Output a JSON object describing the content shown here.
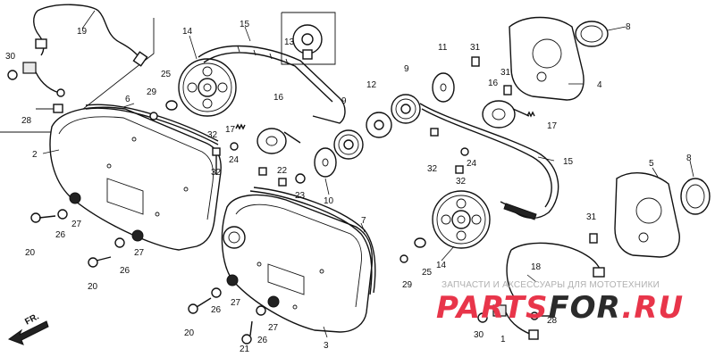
{
  "parts": [
    {
      "id": "p1",
      "label": "1"
    },
    {
      "id": "p2",
      "label": "2"
    },
    {
      "id": "p3",
      "label": "3"
    },
    {
      "id": "p4",
      "label": "4"
    },
    {
      "id": "p5",
      "label": "5"
    },
    {
      "id": "p6",
      "label": "6"
    },
    {
      "id": "p7",
      "label": "7"
    },
    {
      "id": "p8a",
      "label": "8"
    },
    {
      "id": "p8b",
      "label": "8"
    },
    {
      "id": "p9a",
      "label": "9"
    },
    {
      "id": "p9b",
      "label": "9"
    },
    {
      "id": "p10",
      "label": "10"
    },
    {
      "id": "p11",
      "label": "11"
    },
    {
      "id": "p12",
      "label": "12"
    },
    {
      "id": "p13",
      "label": "13"
    },
    {
      "id": "p14a",
      "label": "14"
    },
    {
      "id": "p14b",
      "label": "14"
    },
    {
      "id": "p15a",
      "label": "15"
    },
    {
      "id": "p15b",
      "label": "15"
    },
    {
      "id": "p16a",
      "label": "16"
    },
    {
      "id": "p16b",
      "label": "16"
    },
    {
      "id": "p17a",
      "label": "17"
    },
    {
      "id": "p17b",
      "label": "17"
    },
    {
      "id": "p18",
      "label": "18"
    },
    {
      "id": "p19",
      "label": "19"
    },
    {
      "id": "p20a",
      "label": "20"
    },
    {
      "id": "p20b",
      "label": "20"
    },
    {
      "id": "p20c",
      "label": "20"
    },
    {
      "id": "p21",
      "label": "21"
    },
    {
      "id": "p22",
      "label": "22"
    },
    {
      "id": "p23",
      "label": "23"
    },
    {
      "id": "p24a",
      "label": "24"
    },
    {
      "id": "p24b",
      "label": "24"
    },
    {
      "id": "p25a",
      "label": "25"
    },
    {
      "id": "p25b",
      "label": "25"
    },
    {
      "id": "p26a",
      "label": "26"
    },
    {
      "id": "p26b",
      "label": "26"
    },
    {
      "id": "p26c",
      "label": "26"
    },
    {
      "id": "p26d",
      "label": "26"
    },
    {
      "id": "p27a",
      "label": "27"
    },
    {
      "id": "p27b",
      "label": "27"
    },
    {
      "id": "p27c",
      "label": "27"
    },
    {
      "id": "p27d",
      "label": "27"
    },
    {
      "id": "p28a",
      "label": "28"
    },
    {
      "id": "p28b",
      "label": "28"
    },
    {
      "id": "p29a",
      "label": "29"
    },
    {
      "id": "p29b",
      "label": "29"
    },
    {
      "id": "p30a",
      "label": "30"
    },
    {
      "id": "p30b",
      "label": "30"
    },
    {
      "id": "p31a",
      "label": "31"
    },
    {
      "id": "p31b",
      "label": "31"
    },
    {
      "id": "p31c",
      "label": "31"
    },
    {
      "id": "p32a",
      "label": "32"
    },
    {
      "id": "p32b",
      "label": "32"
    },
    {
      "id": "p32c",
      "label": "32"
    },
    {
      "id": "p32d",
      "label": "32"
    }
  ],
  "front_marker": {
    "text": "FR."
  },
  "watermark": {
    "line1": "ЗАПЧАСТИ И АКСЕССУАРЫ ДЛЯ МОТОТЕХНИКИ",
    "line2_a": "PARTS",
    "line2_b": "FOR",
    "line2_c": ".RU",
    "color_main": "#e8354a",
    "color_accent": "#2b2b2b"
  },
  "colors": {
    "ink": "#111111",
    "background": "#ffffff"
  }
}
